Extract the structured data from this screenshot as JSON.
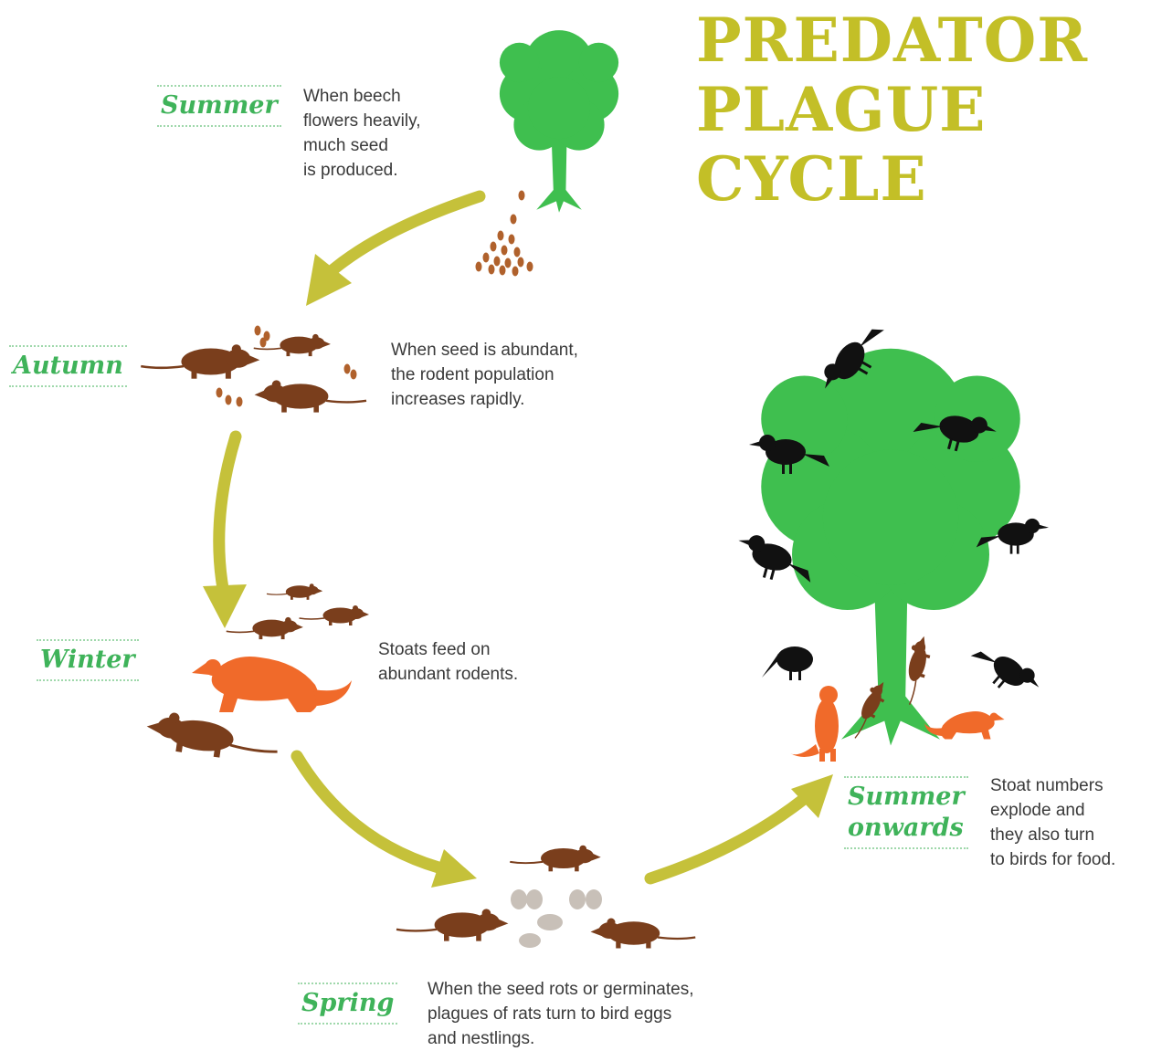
{
  "title": {
    "lines": [
      "PREDATOR",
      "PLAGUE",
      "CYCLE"
    ]
  },
  "colors": {
    "title": "#c3bf27",
    "season_label": "#3fb35a",
    "tree": "#3fbf4f",
    "rodent": "#7a3e1c",
    "stoat": "#f06a2a",
    "bird": "#111111",
    "arrow": "#c5c13a",
    "seed": "#b0612c",
    "egg": "#c8c0b8"
  },
  "stages": [
    {
      "id": "summer",
      "label_lines": [
        "Summer"
      ],
      "text_lines": [
        "When beech",
        "flowers heavily,",
        "much seed",
        "is produced."
      ]
    },
    {
      "id": "autumn",
      "label_lines": [
        "Autumn"
      ],
      "text_lines": [
        "When seed is abundant,",
        "the rodent population",
        "increases rapidly."
      ]
    },
    {
      "id": "winter",
      "label_lines": [
        "Winter"
      ],
      "text_lines": [
        "Stoats feed on",
        "abundant rodents."
      ]
    },
    {
      "id": "spring",
      "label_lines": [
        "Spring"
      ],
      "text_lines": [
        "When the seed rots or germinates,",
        "plagues of rats turn to bird eggs",
        "and nestlings."
      ]
    },
    {
      "id": "summer-onwards",
      "label_lines": [
        "Summer",
        "onwards"
      ],
      "text_lines": [
        "Stoat numbers",
        "explode and",
        "they also turn",
        "to birds for food."
      ]
    }
  ],
  "icons": [
    "tree-icon",
    "seed-pile-icon",
    "rat-icon",
    "stoat-icon",
    "bird-icon",
    "kiwi-icon",
    "egg-icon",
    "cycle-arrow-icon"
  ]
}
